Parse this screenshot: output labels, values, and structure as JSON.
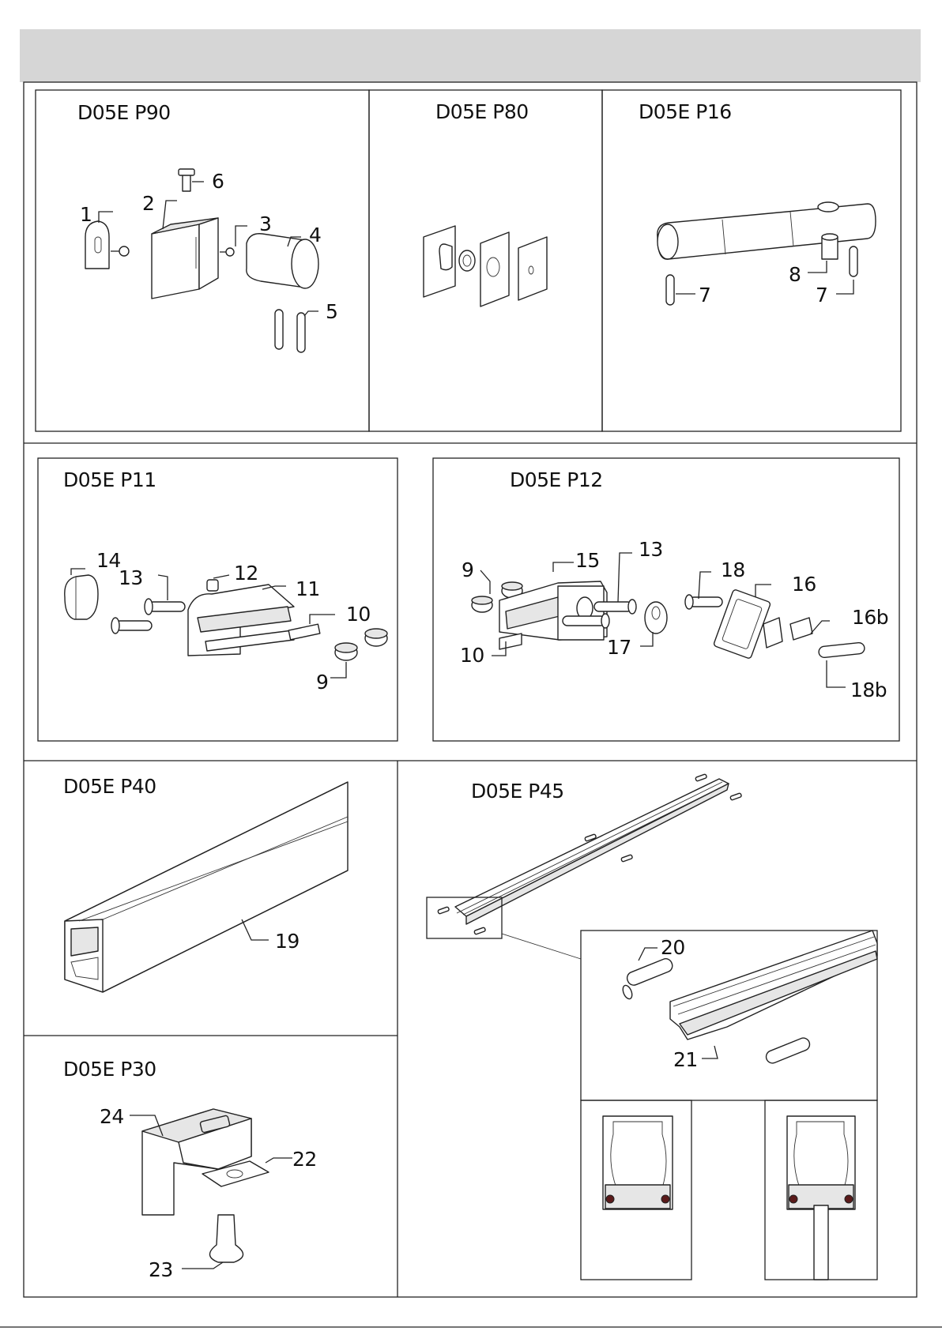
{
  "sections": {
    "p90": {
      "title": "D05E P90",
      "labels": [
        "1",
        "2",
        "3",
        "4",
        "5",
        "6"
      ]
    },
    "p80": {
      "title": "D05E P80"
    },
    "p16": {
      "title": "D05E P16",
      "labels": [
        "7",
        "8",
        "7"
      ]
    },
    "p11": {
      "title": "D05E P11",
      "labels": [
        "14",
        "13",
        "12",
        "11",
        "10",
        "9"
      ]
    },
    "p12": {
      "title": "D05E P12",
      "labels": [
        "9",
        "15",
        "13",
        "18",
        "16",
        "16b",
        "10",
        "17",
        "18b"
      ]
    },
    "p40": {
      "title": "D05E P40",
      "labels": [
        "19"
      ]
    },
    "p45": {
      "title": "D05E P45",
      "labels": [
        "20",
        "21"
      ]
    },
    "p30": {
      "title": "D05E P30",
      "labels": [
        "24",
        "22",
        "23"
      ]
    }
  },
  "colors": {
    "header_band": "#d6d6d6",
    "line": "#222222"
  }
}
